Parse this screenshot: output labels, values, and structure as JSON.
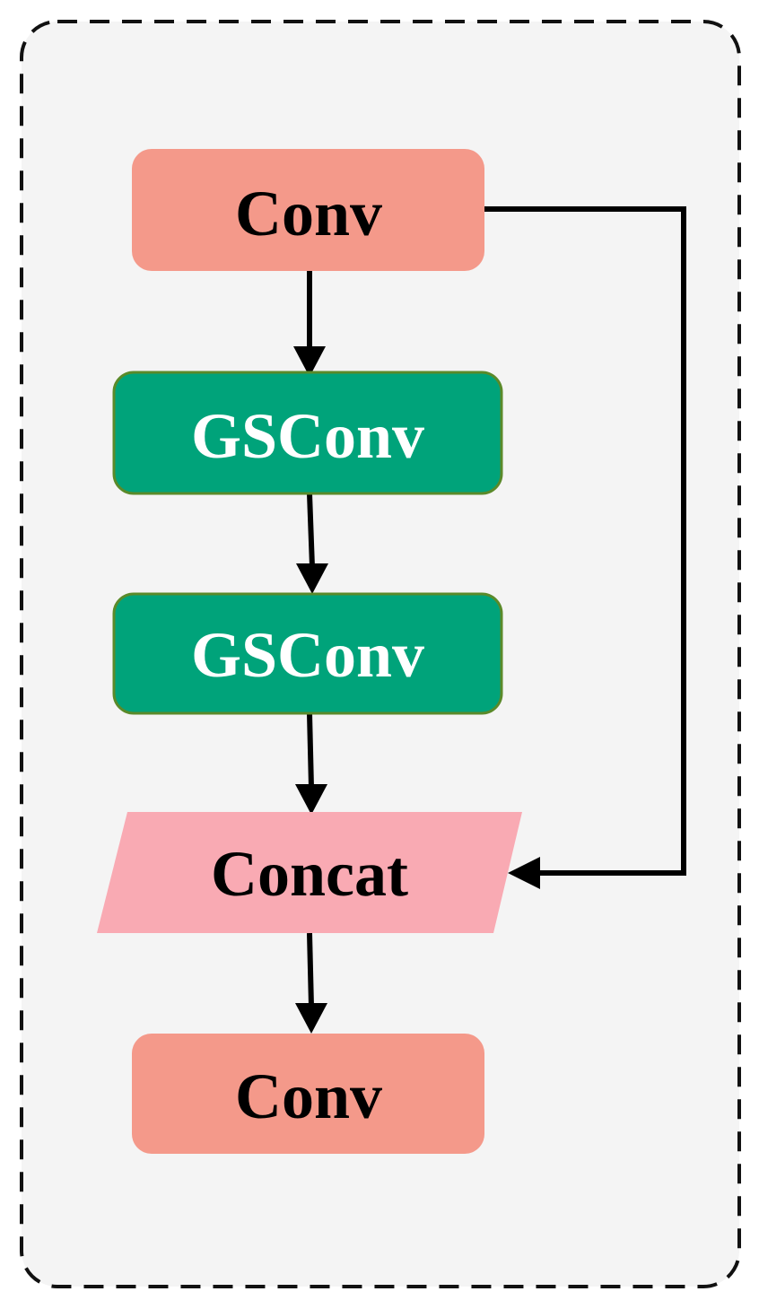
{
  "diagram": {
    "nodes": {
      "conv_top": {
        "label": "Conv"
      },
      "gsconv_1": {
        "label": "GSConv"
      },
      "gsconv_2": {
        "label": "GSConv"
      },
      "concat": {
        "label": "Concat"
      },
      "conv_bottom": {
        "label": "Conv"
      }
    },
    "edges": [
      {
        "from": "conv_top",
        "to": "gsconv_1"
      },
      {
        "from": "gsconv_1",
        "to": "gsconv_2"
      },
      {
        "from": "gsconv_2",
        "to": "concat"
      },
      {
        "from": "conv_top",
        "to": "concat",
        "kind": "skip"
      },
      {
        "from": "concat",
        "to": "conv_bottom"
      }
    ],
    "colors": {
      "conv": "#F4998A",
      "gsconv": "#00A37A",
      "gsconv_border": "#5A8A2A",
      "concat": "#F9AAB3",
      "container_bg": "#F4F4F4",
      "container_border": "#111111",
      "arrow": "#000000",
      "dark_text": "#000000",
      "light_text": "#FFFFFF"
    }
  }
}
